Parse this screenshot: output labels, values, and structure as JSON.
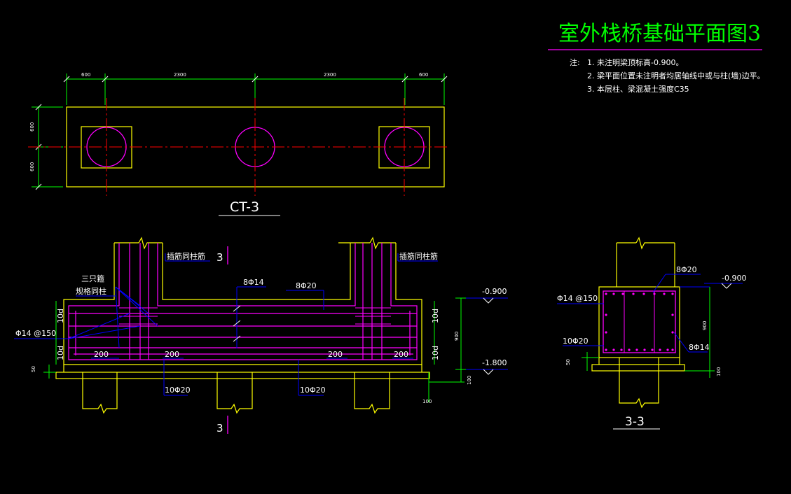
{
  "title": "室外栈桥基础平面图3",
  "notes": {
    "prefix": "注:",
    "items": [
      "1. 未注明梁顶标高-0.900。",
      "2. 梁平面位置未注明者均居轴线中或与柱(墙)边平。",
      "3. 本层柱、梁混凝土强度C35"
    ]
  },
  "plan_view": {
    "dims_top": [
      "600",
      "2300",
      "2300",
      "600"
    ],
    "dims_left": [
      "600",
      "600"
    ],
    "label": "CT-3"
  },
  "elevation": {
    "labels": {
      "dowel_left": "插筋同柱筋",
      "dowel_right": "插筋同柱筋",
      "three_limbs_1": "三只箍",
      "three_limbs_2": "规格同柱",
      "stirrup_14": "8Φ14",
      "bar_8_20": "8Φ20",
      "stirrup_left": "Φ14 @150",
      "bottom_bar_1": "10Φ20",
      "bottom_bar_2": "10Φ20",
      "lap_1": "200",
      "lap_2": "200",
      "lap_3": "200",
      "lap_4": "200",
      "d_1": "10d",
      "d_2": "10d",
      "d_3": "10d",
      "d_4": "10d",
      "section_mark": "3",
      "elev_top": "-0.900",
      "elev_bottom": "-1.800",
      "dim_900": "900",
      "dim_100": "100",
      "dim_50": "50",
      "dim_100b": "100"
    }
  },
  "section": {
    "labels": {
      "top_bar": "8Φ20",
      "elev": "-0.900",
      "stirrup": "Φ14 @150",
      "bottom_bar": "10Φ20",
      "side_bar": "8Φ14",
      "dim_900": "900",
      "dim_100": "100",
      "dim_50": "50"
    },
    "label": "3-3"
  },
  "colors": {
    "background": "#000000",
    "outline": "#ffff00",
    "axis": "#ff0000",
    "rebar": "#ff00ff",
    "dimension": "#00ff00",
    "leader": "#0000ff",
    "text": "#ffffff",
    "title": "#00ff00"
  }
}
